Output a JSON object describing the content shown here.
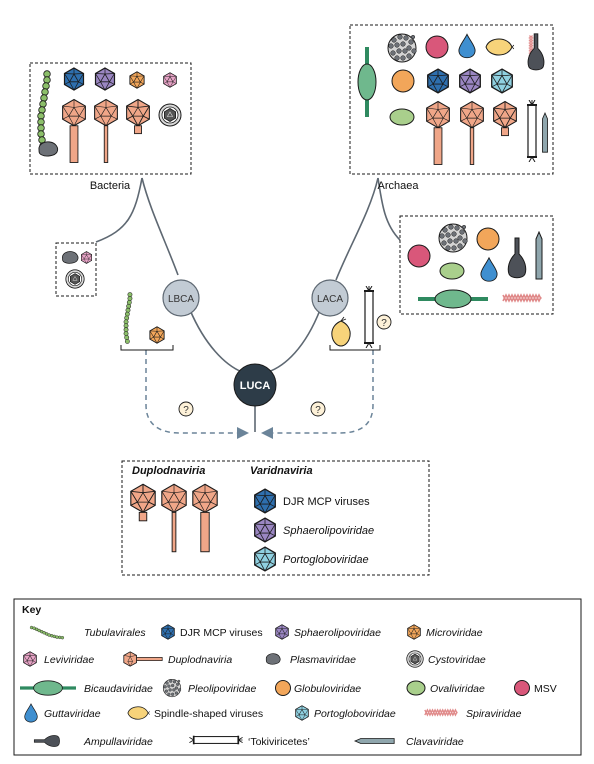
{
  "labels": {
    "bacteria": "Bacteria",
    "archaea": "Archaea",
    "lbca": "LBCA",
    "laca": "LACA",
    "luca": "LUCA",
    "question": "?",
    "duplodnaviria": "Duplodnaviria",
    "varidnaviria": "Varidnaviria",
    "djr_mcp": "DJR MCP viruses",
    "sphaerolipo": "Sphaerolipoviridae",
    "portoglobo": "Portogloboviridae"
  },
  "key": {
    "title": "Key",
    "items": [
      {
        "label": "Tubulavirales",
        "italic": true,
        "icon": "tubulavirales-icon"
      },
      {
        "label": "DJR MCP viruses",
        "italic": false,
        "icon": "djr-mcp-icon"
      },
      {
        "label": "Sphaerolipoviridae",
        "italic": true,
        "icon": "sphaerolipo-icon"
      },
      {
        "label": "Microviridae",
        "italic": true,
        "icon": "microviridae-icon"
      },
      {
        "label": "Leviviridae",
        "italic": true,
        "icon": "leviviridae-icon"
      },
      {
        "label": "Duplodnaviria",
        "italic": true,
        "icon": "duplodnaviria-icon"
      },
      {
        "label": "Plasmaviridae",
        "italic": true,
        "icon": "plasmaviridae-icon"
      },
      {
        "label": "Cystoviridae",
        "italic": true,
        "icon": "cystoviridae-icon"
      },
      {
        "label": "Bicaudaviridae",
        "italic": true,
        "icon": "bicaudaviridae-icon"
      },
      {
        "label": "Pleolipoviridae",
        "italic": true,
        "icon": "pleolipo-icon"
      },
      {
        "label": "Globuloviridae",
        "italic": true,
        "icon": "globulo-icon"
      },
      {
        "label": "Ovaliviridae",
        "italic": true,
        "icon": "ovali-icon"
      },
      {
        "label": "MSV",
        "italic": false,
        "icon": "msv-icon"
      },
      {
        "label": "Guttaviridae",
        "italic": true,
        "icon": "gutta-icon"
      },
      {
        "label": "Spindle-shaped viruses",
        "italic": false,
        "icon": "spindle-icon"
      },
      {
        "label": "Portogloboviridae",
        "italic": true,
        "icon": "portoglobo-icon"
      },
      {
        "label": "Spiraviridae",
        "italic": true,
        "icon": "spira-icon"
      },
      {
        "label": "Ampullaviridae",
        "italic": true,
        "icon": "ampulla-icon"
      },
      {
        "label": "‘Tokiviricetes’",
        "italic": false,
        "icon": "tokiviricetes-icon"
      },
      {
        "label": "Clavaviridae",
        "italic": true,
        "icon": "clava-icon"
      }
    ]
  },
  "colors": {
    "salmon": "#f0a688",
    "blue": "#2e6fae",
    "purple": "#9a86c2",
    "orange": "#f2a65a",
    "pink": "#e7a3c6",
    "grey": "#6d7177",
    "green": "#6aa86a",
    "lightgreen": "#a9cf8c",
    "red": "#d9577a",
    "droplet": "#3f8fd0",
    "yellow": "#f7d37a",
    "cyan": "#8fd0e0",
    "branch": "#5e6872",
    "node": "#c2cbd4",
    "luca": "#2d3c48",
    "dash": "#6b8499"
  }
}
